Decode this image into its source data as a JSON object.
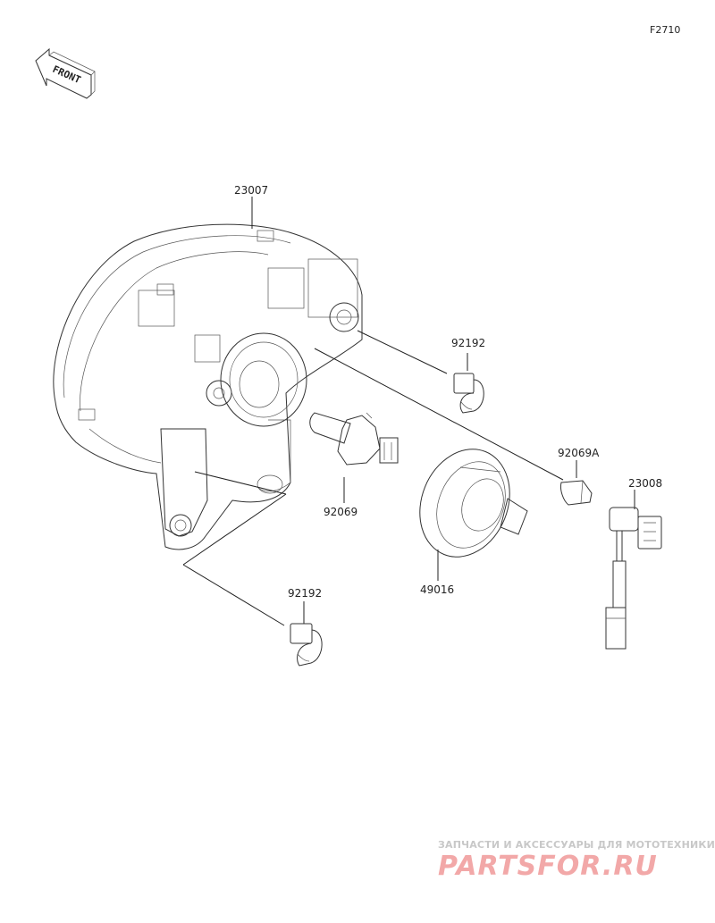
{
  "figure_code": "F2710",
  "front_arrow_text": "FRONT",
  "parts": [
    {
      "id": "headlight",
      "number": "23007"
    },
    {
      "id": "bulb-upper",
      "number": "92192"
    },
    {
      "id": "position-bulb",
      "number": "92069A"
    },
    {
      "id": "socket-harness",
      "number": "23008"
    },
    {
      "id": "headlight-bulb",
      "number": "92069"
    },
    {
      "id": "bulb-cover",
      "number": "49016"
    },
    {
      "id": "bulb-lower",
      "number": "92192"
    }
  ],
  "watermark": {
    "subtitle": "ЗАПЧАСТИ И АКСЕССУАРЫ ДЛЯ МОТОТЕХНИКИ",
    "brand": "PARTSFOR.RU",
    "color": "#f2a8a8"
  }
}
